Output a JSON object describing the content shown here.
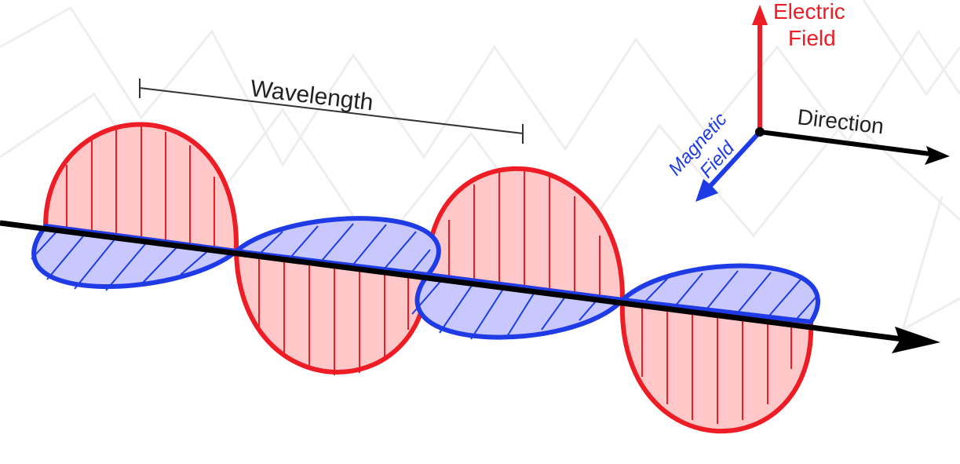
{
  "labels": {
    "wavelength": "Wavelength",
    "electric_field_line1": "Electric",
    "electric_field_line2": "Field",
    "magnetic_field_line1": "Magnetic",
    "magnetic_field_line2": "Field",
    "direction": "Direction"
  },
  "colors": {
    "electric_stroke": "#ee1c25",
    "electric_fill": "#ffc8c8",
    "magnetic_stroke": "#1e3be6",
    "magnetic_fill": "#c8c8ff",
    "axis": "#000000",
    "wavelength_marker": "#333333",
    "background_pattern": "#eeeeee"
  }
}
